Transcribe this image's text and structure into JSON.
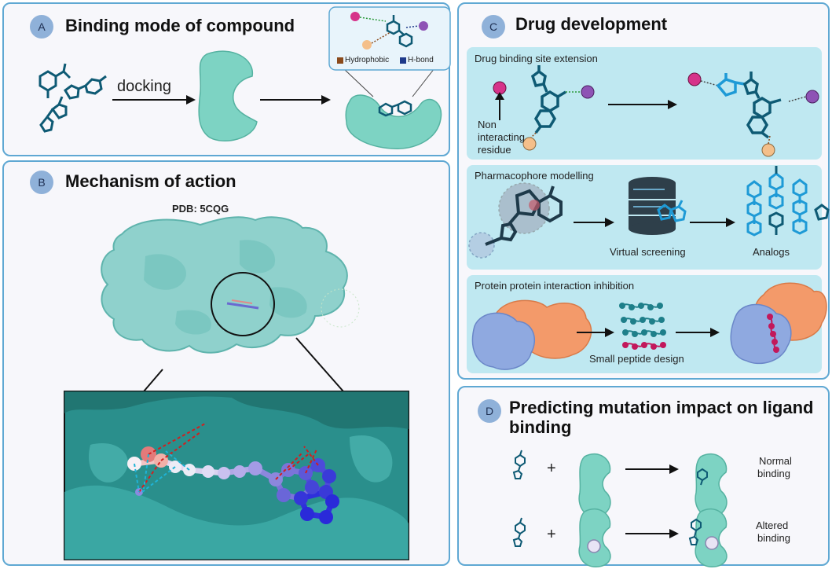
{
  "panelA": {
    "badge": "A",
    "title": "Binding mode of compound",
    "docking_label": "docking",
    "legend_hydrophobic": "Hydrophobic",
    "legend_hbond": "H-bond",
    "colors": {
      "hydrophobic": "#8a4a1b",
      "hbond": "#1f3a8a"
    }
  },
  "panelB": {
    "badge": "B",
    "title": "Mechanism of action",
    "pdb_label": "PDB: 5CQG"
  },
  "panelC": {
    "badge": "C",
    "title": "Drug development",
    "sub1": {
      "title": "Drug binding site extension",
      "non_interacting": [
        "Non",
        "interacting",
        "residue"
      ]
    },
    "sub2": {
      "title": "Pharmacophore modelling",
      "virtual_screening": "Virtual screening",
      "analogs": "Analogs"
    },
    "sub3": {
      "title": "Protein protein interaction inhibition",
      "small_peptide": "Small peptide design"
    }
  },
  "panelD": {
    "badge": "D",
    "title_line1": "Predicting mutation impact on ligand",
    "title_line2": "binding",
    "plus": "+",
    "normal_binding": [
      "Normal",
      "binding"
    ],
    "altered_binding": [
      "Altered",
      "binding"
    ]
  },
  "colors": {
    "panel_border": "#5fa8d3",
    "sub_bg": "#bfe8f1",
    "protein": "#7dd3c3",
    "ligand": "#0e5a74",
    "ligand_bright": "#1e9ad6",
    "magenta": "#d6338a",
    "purple": "#8e53b5",
    "peach": "#f4bf8a"
  }
}
